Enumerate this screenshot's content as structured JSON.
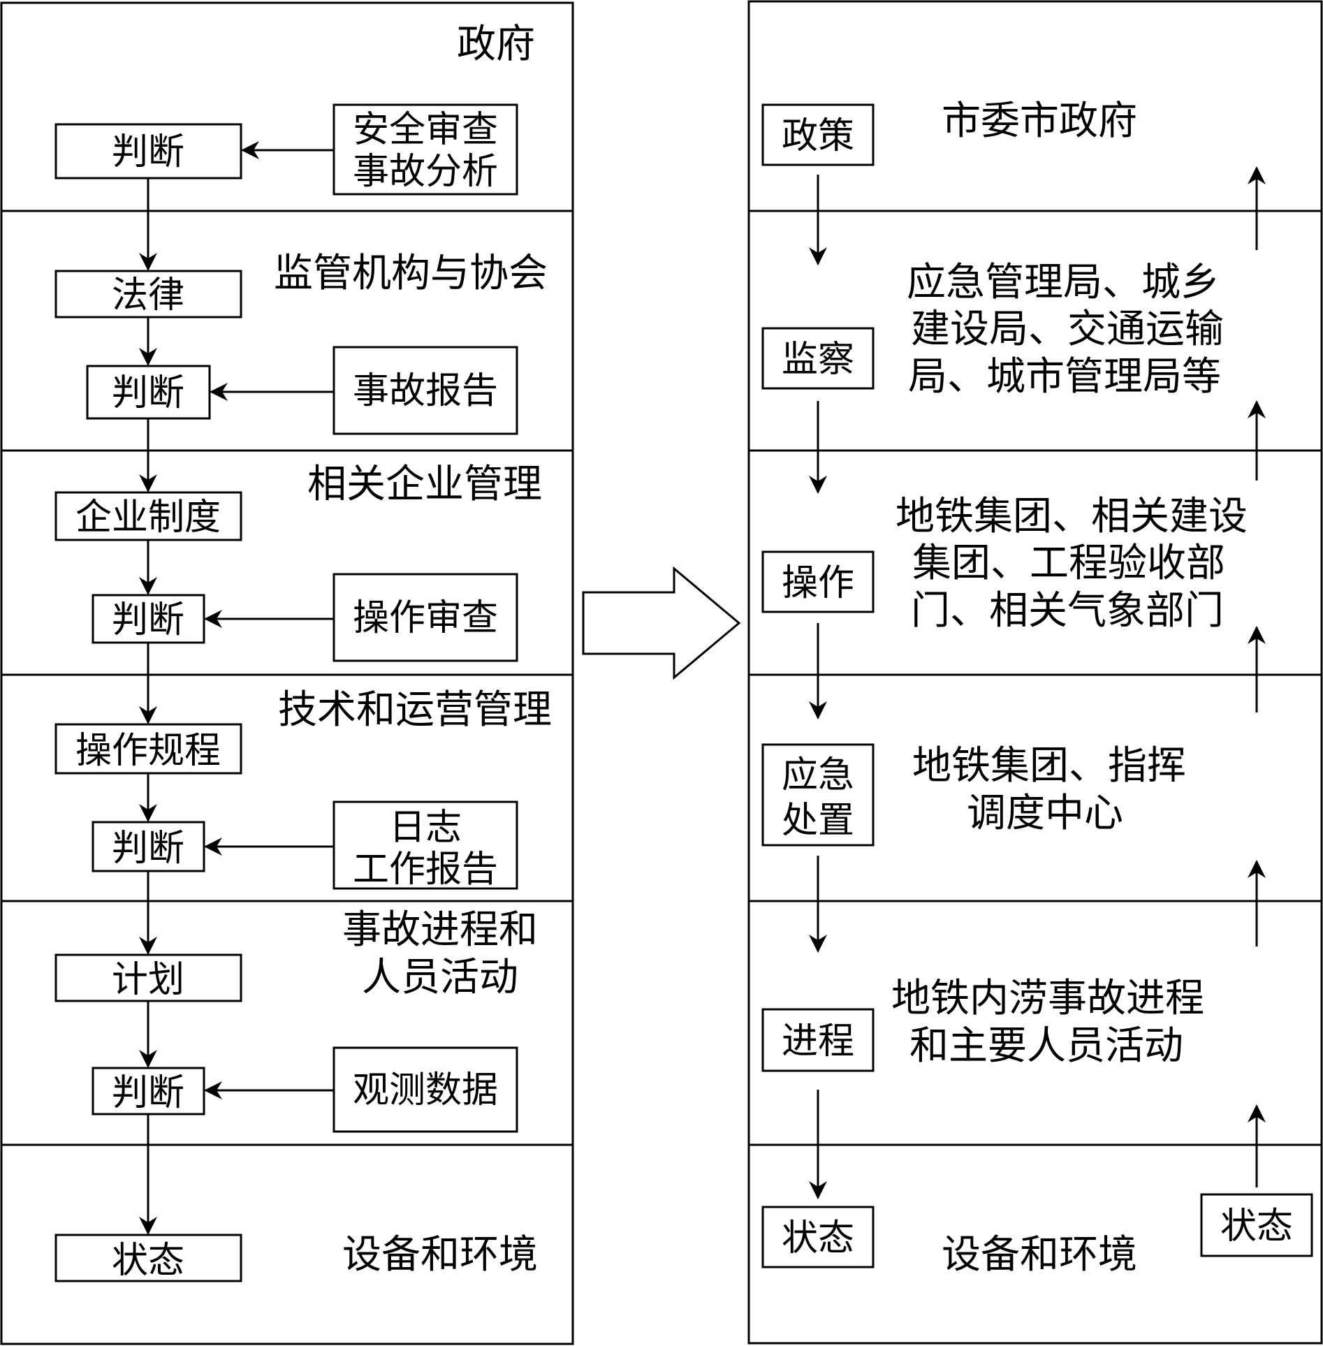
{
  "left": {
    "sections": {
      "government": "政府",
      "regulators": "监管机构与协会",
      "enterprise": "相关企业管理",
      "tech_ops": "技术和运营管理",
      "process": [
        "事故进程和",
        "人员活动"
      ],
      "environment": "设备和环境"
    },
    "chain": {
      "judge_1": "判断",
      "law": "法律",
      "judge_2": "判断",
      "enterprise_rules": "企业制度",
      "judge_3": "判断",
      "operating_rules": "操作规程",
      "judge_4": "判断",
      "plan": "计划",
      "judge_5": "判断",
      "state": "状态"
    },
    "inputs": {
      "safety_review": [
        "安全审查",
        "事故分析"
      ],
      "accident_report": "事故报告",
      "operation_review": "操作审查",
      "logs": [
        "日志",
        "工作报告"
      ],
      "observation": "观测数据"
    }
  },
  "right": {
    "sections": {
      "municipal": "市委市政府",
      "bureaus": [
        "应急管理局、城乡",
        "建设局、交通运输",
        "局、城市管理局等"
      ],
      "metro_groups": [
        "地铁集团、相关建设",
        "集团、工程验收部",
        "门、相关气象部门"
      ],
      "command": [
        "地铁集团、指挥",
        "调度中心"
      ],
      "flood_process": [
        "地铁内涝事故进程",
        "和主要人员活动"
      ],
      "environment": "设备和环境"
    },
    "chain": {
      "policy": "政策",
      "inspection": "监察",
      "operation": "操作",
      "emergency": [
        "应急",
        "处置"
      ],
      "progress": "进程",
      "state": "状态"
    },
    "feedback_state": "状态"
  }
}
